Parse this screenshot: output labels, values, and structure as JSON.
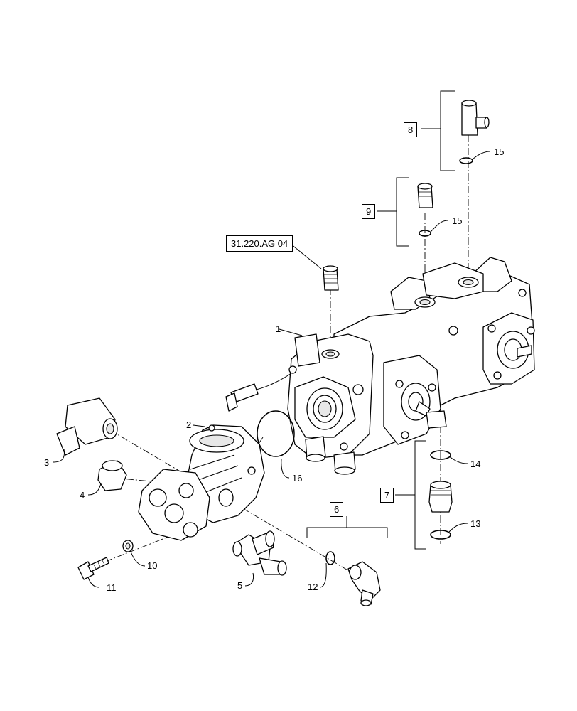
{
  "diagram": {
    "reference_label": "31.220.AG 04",
    "callouts": {
      "c1": "1",
      "c2": "2",
      "c3": "3",
      "c4": "4",
      "c5": "5",
      "c6": "6",
      "c7": "7",
      "c8": "8",
      "c9": "9",
      "c10": "10",
      "c11": "11",
      "c12": "12",
      "c13": "13",
      "c14": "14",
      "c15a": "15",
      "c15b": "15",
      "c16": "16"
    },
    "colors": {
      "line": "#000000",
      "background": "#ffffff",
      "part_fill": "#ffffff",
      "shade": "#e6e6e6"
    }
  }
}
